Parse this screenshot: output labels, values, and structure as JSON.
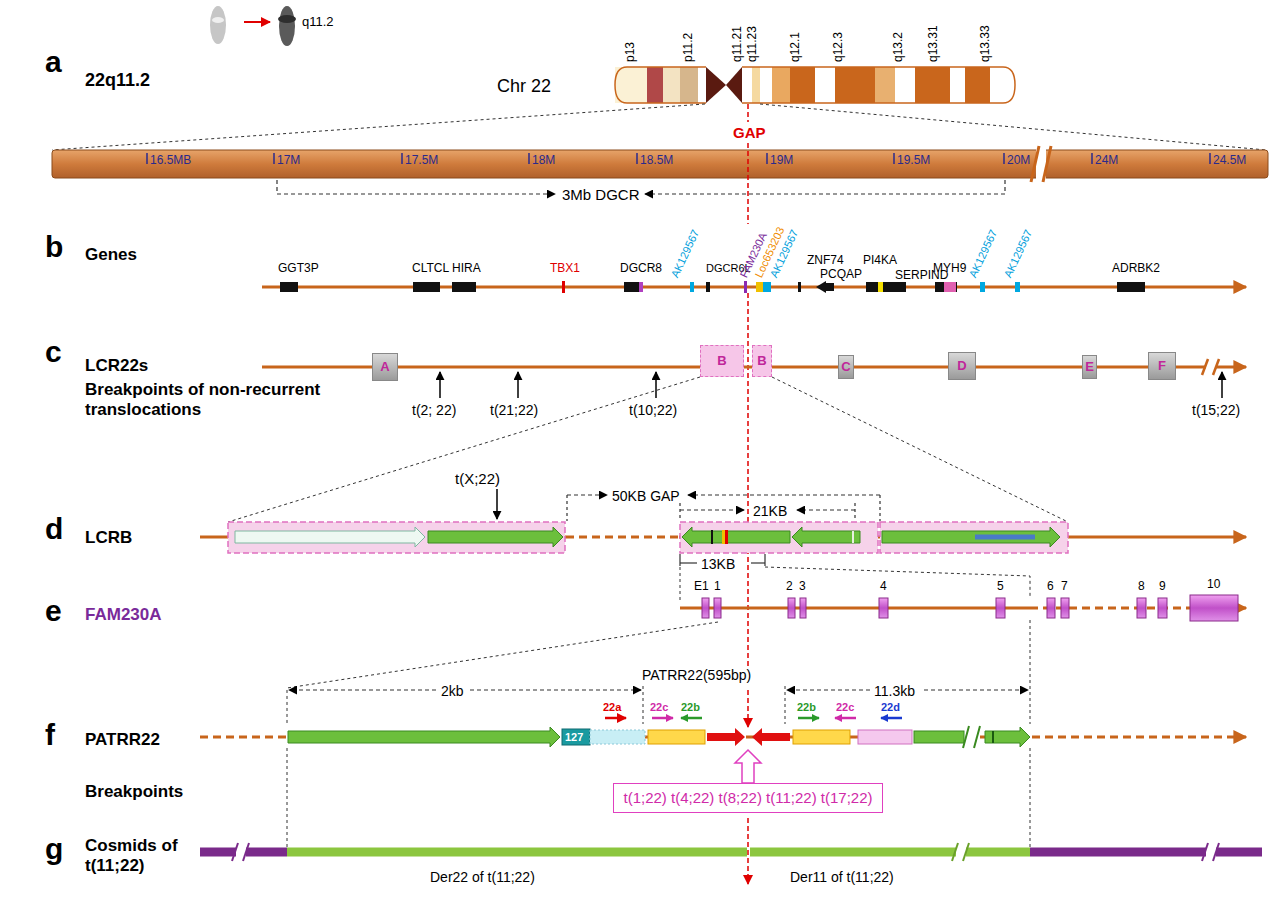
{
  "diagram": {
    "nodes": [
      {
        "text": [
          "A"
        ]
      },
      {
        "text": [
          "B"
        ]
      },
      {
        "text": [
          "B"
        ]
      },
      {
        "text": [
          "C"
        ]
      },
      {
        "text": [
          "D"
        ]
      },
      {
        "text": [
          "E"
        ]
      },
      {
        "text": [
          "F"
        ]
      },
      {
        "text": [
          "t(1;22) t(4;22) t(8;22) t(11;22) t(17;22)"
        ]
      }
    ],
    "labels": [
      "a",
      "q11.2",
      "22q11.2",
      "Chr 22",
      "p13",
      "p11.2",
      "q11.21",
      "q11.23",
      "q12.1",
      "q12.3",
      "q13.2",
      "q13.31",
      "q13.33",
      "GAP",
      "16.5MB",
      "17M",
      "17.5M",
      "18M",
      "18.5M",
      "19M",
      "19.5M",
      "20M",
      "24M",
      "24.5M",
      "3Mb DGCR",
      "b",
      "Genes",
      "GGT3P",
      "CLTCL",
      "HIRA",
      "TBX1",
      "DGCR8",
      "AK129567",
      "DGCR6L",
      "FAM230A",
      "Loc653203",
      "AK129567",
      "ZNF74",
      "PCQAP",
      "PI4KA",
      "SERPIND",
      "MYH9",
      "AK129567",
      "AK129567",
      "ADRBK2",
      "c",
      "LCR22s",
      "Breakpoints of non-recurrent translocations",
      "t(2; 22)",
      "t(21;22)",
      "t(10;22)",
      "t(15;22)",
      "d",
      "LCRB",
      "t(X;22)",
      "50KB GAP",
      "21KB",
      "13KB",
      "e",
      "FAM230A",
      "E1",
      "1",
      "2",
      "3",
      "4",
      "5",
      "6",
      "7",
      "8",
      "9",
      "10",
      "f",
      "PATRR22",
      "2kb",
      "PATRR22(595bp)",
      "11.3kb",
      "22a",
      "22c",
      "22b",
      "22b",
      "22c",
      "22d",
      "127",
      "Breakpoints",
      "g",
      "Cosmids of t(11;22)",
      "Der22 of t(11;22)",
      "Der11 of t(11;22)"
    ]
  }
}
